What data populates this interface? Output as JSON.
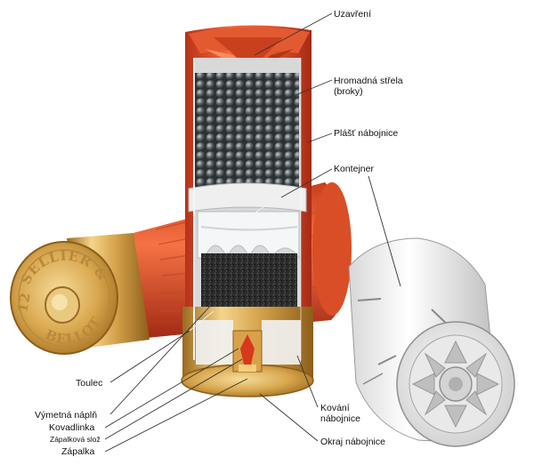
{
  "diagram": {
    "stamp": {
      "brand_top": "SELLIER &",
      "brand_bottom": "BELLOT",
      "gauge": "12"
    },
    "labels": {
      "crimp": "Uzavření",
      "shot_line1": "Hromadná střela",
      "shot_line2": "(broky)",
      "hull": "Plášť nábojnice",
      "container": "Kontejner",
      "wad": "Toulec",
      "propellant": "Výmetná náplň",
      "anvil": "Kovadlinka",
      "primer_compound": "Zápalková slož",
      "primer": "Zápalka",
      "head_line1": "Kování",
      "head_line2": "nábojnice",
      "rim": "Okraj nábojnice"
    }
  }
}
